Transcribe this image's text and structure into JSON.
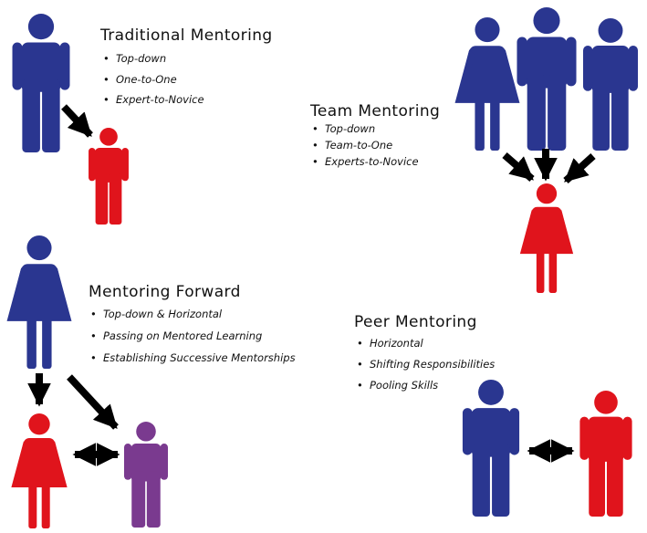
{
  "colors": {
    "blue": "#2a3690",
    "red": "#e0141c",
    "purple": "#7a3a8f",
    "arrow": "#000000"
  },
  "sections": {
    "traditional": {
      "title": "Traditional Mentoring",
      "bullets": [
        "Top-down",
        "One-to-One",
        "Expert-to-Novice"
      ]
    },
    "team": {
      "title": "Team Mentoring",
      "bullets": [
        "Top-down",
        "Team-to-One",
        "Experts-to-Novice"
      ]
    },
    "forward": {
      "title": "Mentoring Forward",
      "bullets": [
        "Top-down & Horizontal",
        "Passing on Mentored Learning",
        "Establishing Successive Mentorships"
      ]
    },
    "peer": {
      "title": "Peer Mentoring",
      "bullets": [
        "Horizontal",
        "Shifting Responsibilities",
        "Pooling Skills"
      ]
    }
  }
}
